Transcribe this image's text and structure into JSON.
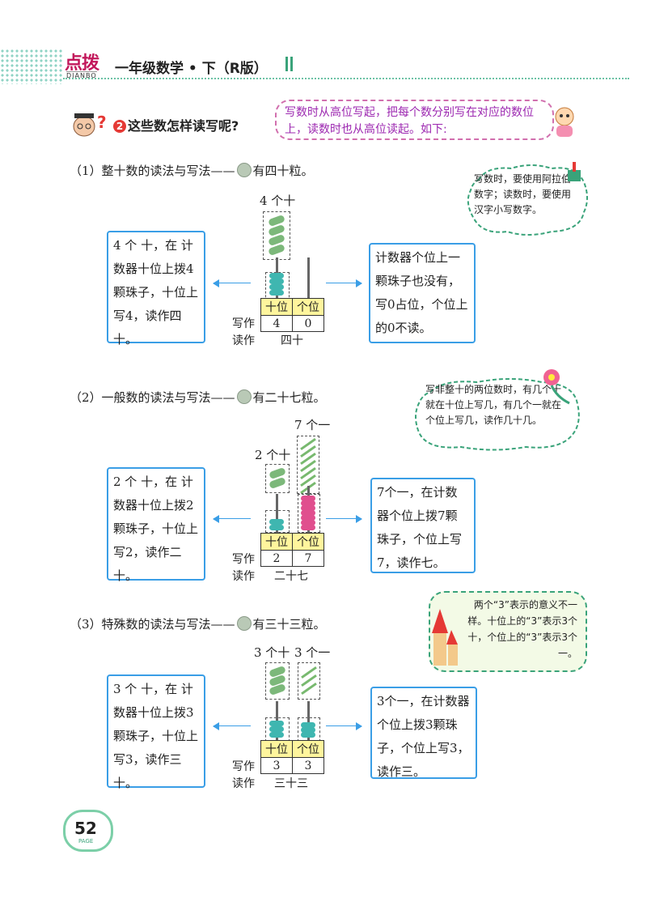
{
  "header": {
    "logo_main": "点拨",
    "logo_sub": "DIANBO",
    "book_title": "一年级数学 • 下（R版）"
  },
  "question": {
    "number": "2",
    "text": "这些数怎样读写呢?",
    "tip": "写数时从高位写起，把每个数分别写在对应的数位上，读数时也从高位读起。如下:"
  },
  "place_value": {
    "tens": "十位",
    "ones": "个位",
    "write_label": "写作",
    "read_label": "读作"
  },
  "sections": [
    {
      "title_a": "（1）整十数的读法与写法——",
      "title_b": "有四十粒。",
      "group_label": "4 个十",
      "left_box": "4 个 十，在 计数器十位上拨4颗珠子，十位上写4，读作四十。",
      "right_box": "计数器个位上一颗珠子也没有，写0占位，个位上的0不读。",
      "written_tens": "4",
      "written_ones": "0",
      "read": "四十",
      "tens_beads": 4,
      "ones_beads": 0
    },
    {
      "title_a": "（2）一般数的读法与写法——",
      "title_b": "有二十七粒。",
      "group_label": "2 个十",
      "ones_label": "7 个一",
      "left_box": "2 个 十，在 计数器十位上拨2颗珠子，十位上写2，读作二十。",
      "right_box": "7个一，在计数器个位上拨7颗珠子，个位上写7，读作七。",
      "written_tens": "2",
      "written_ones": "7",
      "read": "二十七",
      "tens_beads": 2,
      "ones_beads": 7
    },
    {
      "title_a": "（3）特殊数的读法与写法——",
      "title_b": "有三十三粒。",
      "group_label": "3 个十",
      "ones_label": "3 个一",
      "left_box": "3 个 十，在 计数器十位上拨3颗珠子，十位上写3，读作三十。",
      "right_box": "3个一，在计数器个位上拨3颗珠子，个位上写3，读作三。",
      "written_tens": "3",
      "written_ones": "3",
      "read": "三十三",
      "tens_beads": 3,
      "ones_beads": 3
    }
  ],
  "notes": {
    "note1": "写数时，要使用阿拉伯数字；读数时，要使用汉字小写数字。",
    "note2": "写非整十的两位数时，有几个十就在十位上写几，有几个一就在个位上写几，读作几十几。",
    "note3": "两个“3”表示的意义不一样。十位上的“3”表示3个十，个位上的“3”表示3个一。"
  },
  "footer": {
    "page_number": "52",
    "page_word": "PAGE"
  },
  "colors": {
    "teal_bead": "#3fb6b0",
    "pink_bead": "#e04f8e",
    "accent_blue": "#3a9ee6",
    "tip_purple": "#9c27b0"
  }
}
